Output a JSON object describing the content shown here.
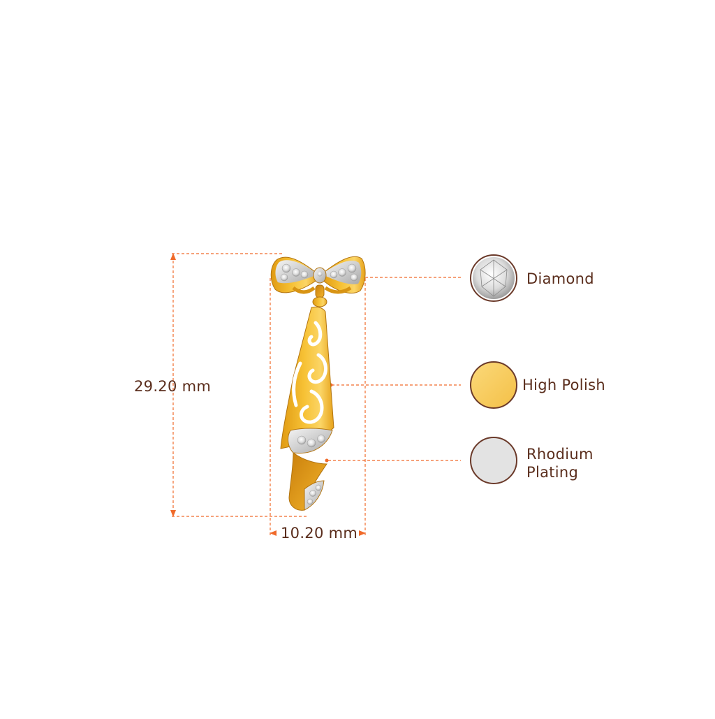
{
  "dimensions": {
    "height": "29.20 mm",
    "width": "10.20 mm"
  },
  "materials": [
    {
      "label": "Diamond",
      "swatch": "diamond",
      "color": "#f2f2f2"
    },
    {
      "label": "High Polish",
      "swatch": "gold",
      "color": "#f8cb5a"
    },
    {
      "label": "Rhodium",
      "label_line2": "Plating",
      "swatch": "rhodium",
      "color": "#e3e3e3"
    }
  ],
  "colors": {
    "dimension_line": "#f06a2a",
    "label_text": "#5a2d1c",
    "swatch_ring": "#6b3a2a"
  }
}
